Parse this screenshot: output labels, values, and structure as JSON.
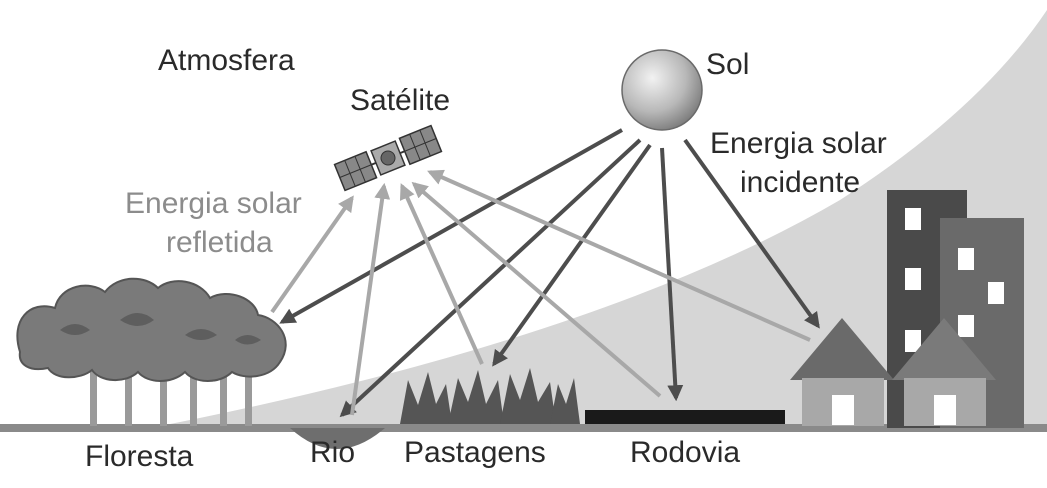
{
  "labels": {
    "atmosphere": "Atmosfera",
    "satellite": "Satélite",
    "sun": "Sol",
    "incident_line1": "Energia solar",
    "incident_line2": "incidente",
    "reflected_line1": "Energia solar",
    "reflected_line2": "refletida",
    "forest": "Floresta",
    "river": "Rio",
    "pasture": "Pastagens",
    "road": "Rodovia"
  },
  "colors": {
    "incident_arrow": "#4d4d4d",
    "reflected_arrow": "#a8a8a8",
    "sky_band": "#d6d6d6",
    "ground": "#8a8a8a",
    "road": "#1a1a1a",
    "river": "#6e6e6e",
    "trees": "#7a7a7a",
    "building_dark": "#4a4a4a",
    "building_mid": "#6a6a6a",
    "house": "#9a9a9a",
    "sun_core": "#dcdcdc",
    "sun_edge": "#7a7a7a"
  },
  "icons": [
    "sun-icon",
    "satellite-icon",
    "forest-icon",
    "grass-icon",
    "house-icon",
    "building-icon"
  ]
}
